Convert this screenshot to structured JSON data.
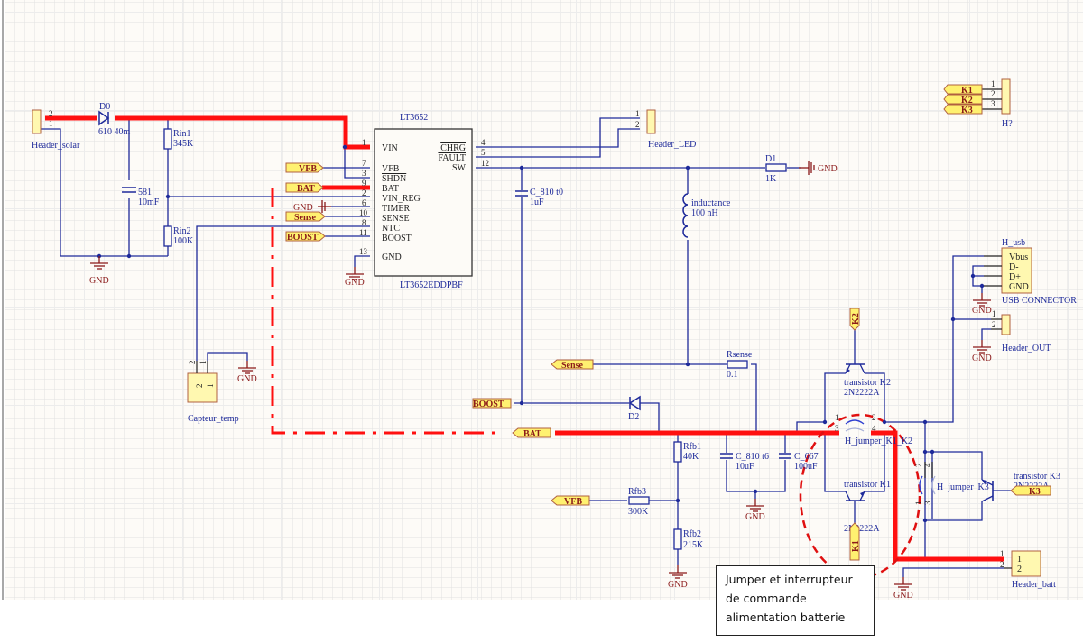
{
  "schematic": {
    "ic": {
      "name": "LT3652",
      "part": "LT3652EDDPBF",
      "left_pins": [
        {
          "num": "1",
          "name": "VIN"
        },
        {
          "num": "7",
          "name": "VFB"
        },
        {
          "num": "3",
          "name": "SHDN"
        },
        {
          "num": "9",
          "name": "BAT"
        },
        {
          "num": "2",
          "name": "VIN_REG"
        },
        {
          "num": "6",
          "name": "TIMER"
        },
        {
          "num": "10",
          "name": "SENSE"
        },
        {
          "num": "8",
          "name": "NTC"
        },
        {
          "num": "11",
          "name": "BOOST"
        },
        {
          "num": "13",
          "name": "GND"
        }
      ],
      "right_pins": [
        {
          "num": "4",
          "name": "CHRG"
        },
        {
          "num": "5",
          "name": "FAULT"
        },
        {
          "num": "12",
          "name": "SW"
        }
      ]
    },
    "components": {
      "header_solar": {
        "name": "Header_solar",
        "pin1": "1",
        "pin2": "2"
      },
      "d0": {
        "name": "D0",
        "value": "610 40m"
      },
      "c581": {
        "name": "581",
        "value": "10mF"
      },
      "rin1": {
        "name": "Rin1",
        "value": "345K"
      },
      "rin2": {
        "name": "Rin2",
        "value": "100K"
      },
      "header_led": {
        "name": "Header_LED",
        "pin1": "1",
        "pin2": "2"
      },
      "d1": {
        "name": "D1",
        "value": "1K"
      },
      "c810t0": {
        "name": "C_810 t0",
        "value": "1uF"
      },
      "inductance": {
        "name": "inductance",
        "value": "100 nH"
      },
      "h7": {
        "name": "H?",
        "pin1": "1",
        "pin2": "2",
        "pin3": "3"
      },
      "h_usb": {
        "name": "H_usb",
        "part": "USB CONNECTOR",
        "pins": [
          "Vbus",
          "D-",
          "D+",
          "GND"
        ]
      },
      "header_out": {
        "name": "Header_OUT",
        "pin1": "1",
        "pin2": "2"
      },
      "capteur_temp": {
        "name": "Capteur_temp",
        "pin1": "1",
        "pin2": "2"
      },
      "rsense": {
        "name": "Rsense",
        "value": "0.1"
      },
      "d2": {
        "name": "D2"
      },
      "rfb1": {
        "name": "Rfb1",
        "value": "40K"
      },
      "rfb2": {
        "name": "Rfb2",
        "value": "215K"
      },
      "rfb3": {
        "name": "Rfb3",
        "value": "300K"
      },
      "c810t6": {
        "name": "C_810 t6",
        "value": "10uF"
      },
      "c667": {
        "name": "C_667",
        "value": "100uF"
      },
      "transistor_k2": {
        "name": "transistor K2",
        "part": "2N2222A"
      },
      "transistor_k1": {
        "name": "transistor K1",
        "part": "2N2222A"
      },
      "transistor_k3": {
        "name": "transistor K3",
        "part": "2N2222A"
      },
      "h_jumper_k1k2": {
        "name": "H_jumper_K1_K2",
        "pins": [
          "1",
          "2",
          "3",
          "4"
        ]
      },
      "h_jumper_k3": {
        "name": "H_jumper_K3",
        "pins": [
          "1",
          "2",
          "3",
          "4"
        ]
      },
      "header_batt": {
        "name": "Header_batt",
        "pin1": "1",
        "pin2": "2"
      }
    },
    "ports": {
      "vfb": "VFB",
      "bat": "BAT",
      "gnd": "GND",
      "sense": "Sense",
      "boost": "BOOST",
      "k1": "K1",
      "k2": "K2",
      "k3": "K3"
    },
    "gnd_label": "GND"
  },
  "annotation": {
    "lines": [
      "Jumper et interrupteur",
      "de commande",
      "alimentation batterie"
    ]
  }
}
